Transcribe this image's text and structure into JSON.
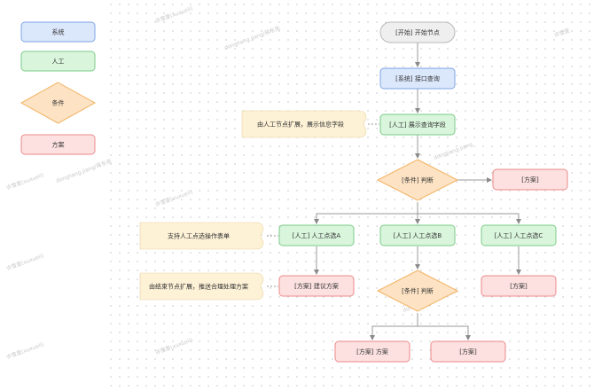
{
  "legend": {
    "system": "系统",
    "manual": "人工",
    "condition": "条件",
    "plan": "方案"
  },
  "nodes": {
    "start": "[开始] 开始节点",
    "system_query": "[系统] 接口查询",
    "manual_show": "[人工] 展示查询字段",
    "cond_judge": "[条件] 判断",
    "plan_right": "[方案]",
    "manual_a": "[人工] 人工点选A",
    "manual_b": "[人工] 人工点选B",
    "manual_c": "[人工] 人工点选C",
    "plan_suggest": "[方案] 建议方案",
    "cond_judge2": "[条件] 判断",
    "plan_c": "[方案]",
    "plan_left": "[方案] 方案",
    "plan_bottom": "[方案]"
  },
  "notes": {
    "note1": "由人工节点扩展，展示信息字段",
    "note2": "支持人工点选操作表单",
    "note3": "由结束节点扩展，推送合理处理方案"
  },
  "colors": {
    "system_fill": "#dbe7fb",
    "system_stroke": "#7ea5e6",
    "manual_fill": "#d9f5dc",
    "manual_stroke": "#7ccb87",
    "cond_fill": "#fde3c4",
    "cond_stroke": "#f2b05e",
    "plan_fill": "#fde0e0",
    "plan_stroke": "#ec8a8a",
    "start_fill": "#efefef",
    "start_stroke": "#b9b9b9",
    "note_fill": "#fdf1d6",
    "edge": "#9a9a9a"
  }
}
